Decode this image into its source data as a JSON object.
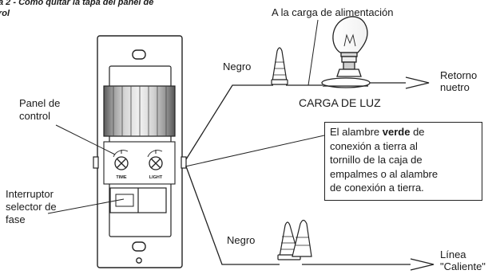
{
  "caption": {
    "line1": "a 2 - Cómo quitar la tapa del panel de",
    "line2": "rol"
  },
  "labels": {
    "power_load": "A la carga de alimentación",
    "black_top": "Negro",
    "black_bottom": "Negro",
    "neutral_return_1": "Retorno",
    "neutral_return_2": "nuetro",
    "light_load": "CARGA DE LUZ",
    "control_panel_1": "Panel de",
    "control_panel_2": "control",
    "phase_switch_1": "Interruptor",
    "phase_switch_2": "selector de",
    "phase_switch_3": "fase",
    "hot_line_1": "Línea",
    "hot_line_2": "\"Caliente\""
  },
  "ground_note": {
    "line1_pre": "El alambre ",
    "line1_bold": "verde",
    "line1_post": " de",
    "line2": "conexión a tierra al",
    "line3": "tornillo de la caja de",
    "line4": "empalmes o al alambre",
    "line5": "de conexión a tierra."
  },
  "knobs": {
    "time": "TIME",
    "light": "LIGHT"
  }
}
